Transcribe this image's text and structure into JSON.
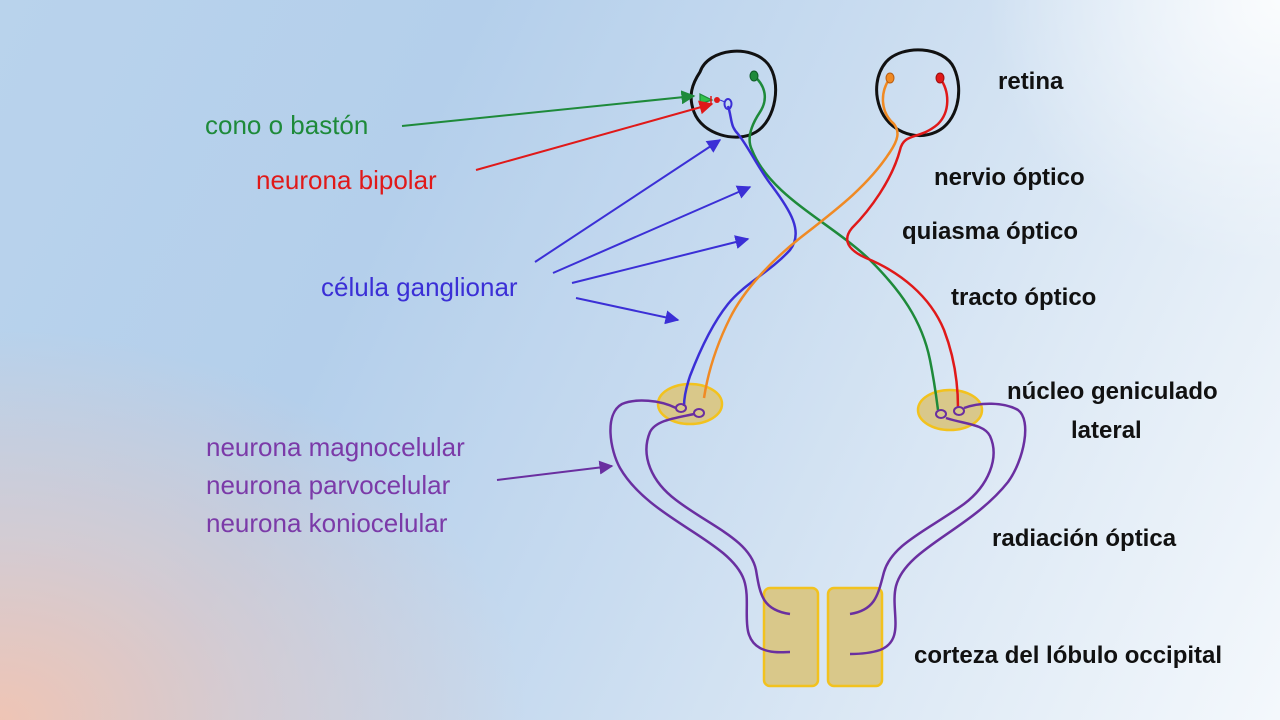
{
  "left_labels": {
    "cone_or_rod": "cono o bastón",
    "bipolar_neuron": "neurona bipolar",
    "ganglion_cell": "célula ganglionar",
    "magnocellular": "neurona magnocelular",
    "parvocellular": "neurona parvocelular",
    "koniocellular": "neurona koniocelular"
  },
  "right_labels": {
    "retina": "retina",
    "optic_nerve": "nervio óptico",
    "optic_chiasm": "quiasma óptico",
    "optic_tract": "tracto óptico",
    "lgn_line1": "núcleo geniculado",
    "lgn_line2": "lateral",
    "optic_radiation": "radiación óptica",
    "occipital_cortex": "corteza del lóbulo occipital"
  },
  "colors": {
    "cone": "#1e8a3a",
    "bipolar": "#e01919",
    "ganglion": "#3b2fd6",
    "lgn_neurons": "#6a2fa0",
    "orange_fiber": "#f08a24",
    "lgn_fill": "#d9c88a",
    "lgn_border": "#f2c21e",
    "cortex_fill": "#d9c88a",
    "cortex_border": "#f2c21e"
  }
}
